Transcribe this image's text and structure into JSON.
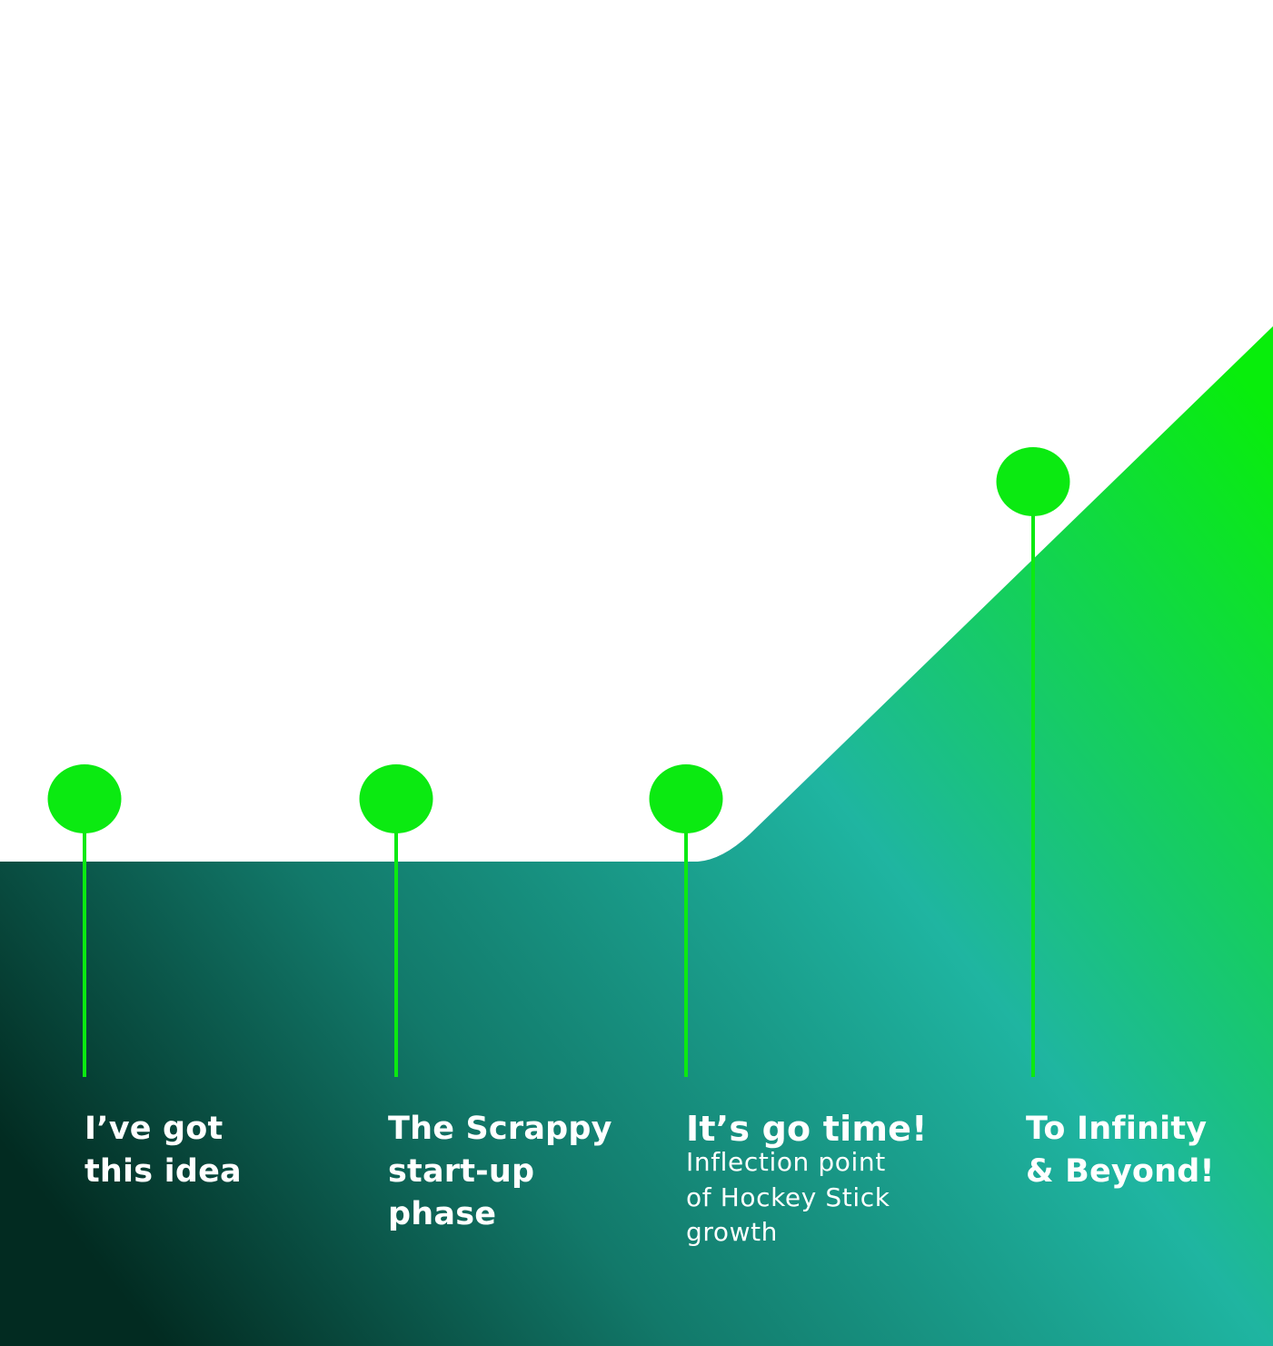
{
  "colors": {
    "background": "#ffffff",
    "marker": "#0bea11",
    "gradient_dark": "#022b21",
    "gradient_mid": "#12796a",
    "gradient_teal": "#1fb5a1",
    "gradient_bright": "#08ee0b",
    "label_text": "#ffffff"
  },
  "stages": [
    {
      "title": "I’ve got\nthis idea",
      "subtitle": ""
    },
    {
      "title": "The Scrappy\nstart-up\nphase",
      "subtitle": ""
    },
    {
      "title": "It’s go time!",
      "subtitle": "Inflection point\nof Hockey Stick\ngrowth"
    },
    {
      "title": "To Infinity\n& Beyond!",
      "subtitle": ""
    }
  ]
}
